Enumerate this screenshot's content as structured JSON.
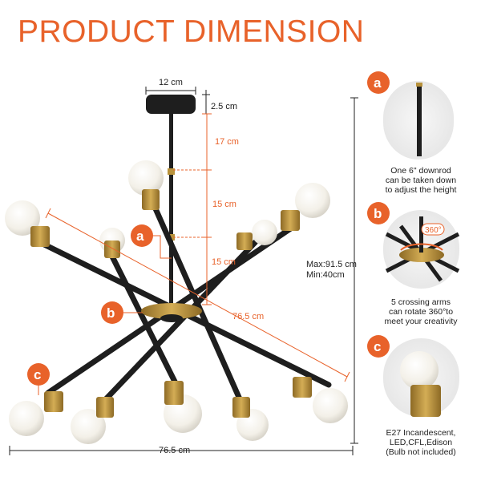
{
  "title": "PRODUCT DIMENSION",
  "dimensions": {
    "canopy_width": "12 cm",
    "canopy_height": "2.5 cm",
    "rod_segment_1": "17 cm",
    "rod_segment_2": "15 cm",
    "rod_segment_3": "15 cm",
    "arm_length": "76.5 cm",
    "overall_width": "76.5 cm",
    "max_height": "Max:91.5 cm",
    "min_height": "Min:40cm"
  },
  "callouts": {
    "a": {
      "letter": "a",
      "lines": [
        "One 6\" downrod",
        "can be taken down",
        "to adjust the height"
      ]
    },
    "b": {
      "letter": "b",
      "rotation_badge": "360°",
      "lines": [
        "5 crossing arms",
        "can rotate 360°to",
        "meet your creativity"
      ]
    },
    "c": {
      "letter": "c",
      "lines": [
        "E27 Incandescent,",
        "LED,CFL,Edison",
        "(Bulb not included)"
      ]
    }
  },
  "colors": {
    "accent": "#e8622a",
    "brass": "#b8923c",
    "rod": "#1e1e1e",
    "bulb": "#f4f1ea"
  }
}
